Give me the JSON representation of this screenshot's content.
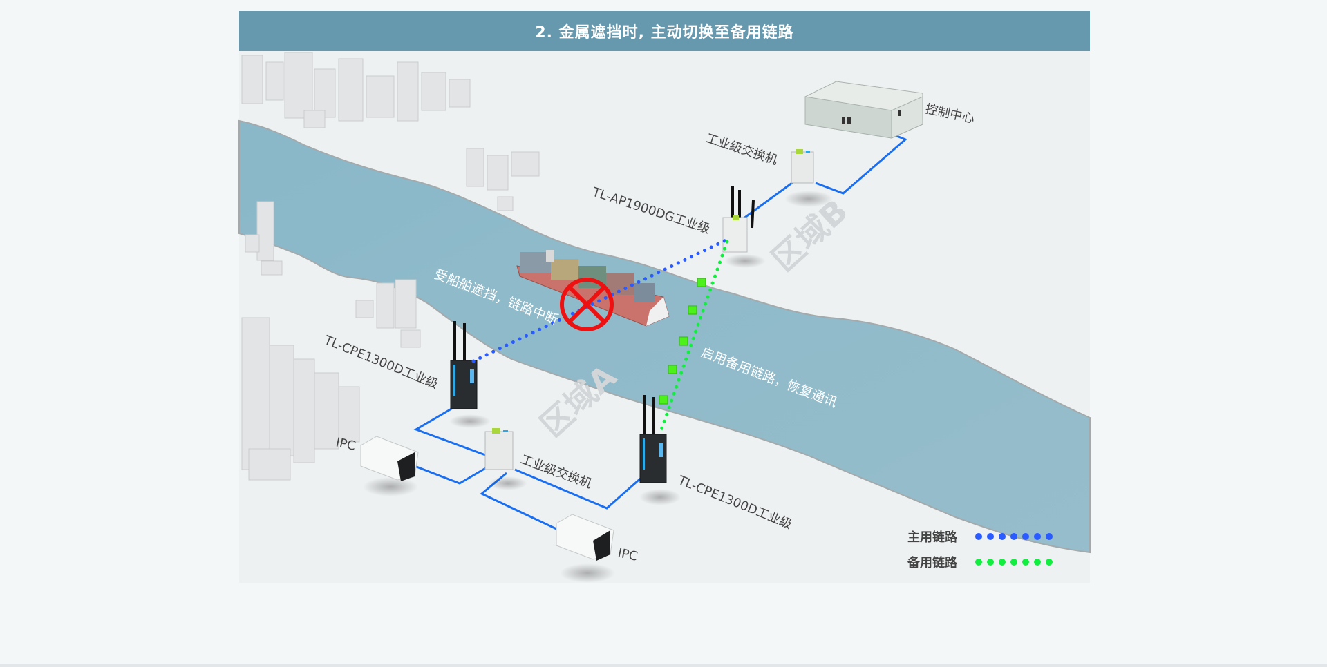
{
  "title": "2. 金属遮挡时, 主动切换至备用链路",
  "colors": {
    "banner": "#6699ae",
    "river": "#93bccb",
    "primary_link": "#2a5bff",
    "backup_link": "#12ee3f",
    "wired_link": "#1a6ef0",
    "block_mark": "#ee1111"
  },
  "labels": {
    "control_center": "控制中心",
    "switch_b": "工业级交换机",
    "ap": "TL-AP1900DG工业级",
    "cpe_left": "TL-CPE1300D工业级",
    "cpe_right": "TL-CPE1300D工业级",
    "switch_a": "工业级交换机",
    "ipc_1": "IPC",
    "ipc_2": "IPC",
    "blocked_note": "受船舶遮挡，链路中断",
    "backup_note": "启用备用链路，恢复通讯",
    "zone_a": "区域A",
    "zone_b": "区域B"
  },
  "legend": [
    {
      "label": "主用链路",
      "color": "#2a5bff",
      "dots": 7
    },
    {
      "label": "备用链路",
      "color": "#12ee3f",
      "dots": 7
    }
  ],
  "icons": {
    "control_center": "building-icon",
    "switch": "industrial-switch-icon",
    "ap": "access-point-icon",
    "cpe": "cpe-router-icon",
    "ipc": "bullet-camera-icon",
    "ship": "container-ship-icon",
    "blocked": "prohibited-icon",
    "relay": "green-cube-icon"
  }
}
